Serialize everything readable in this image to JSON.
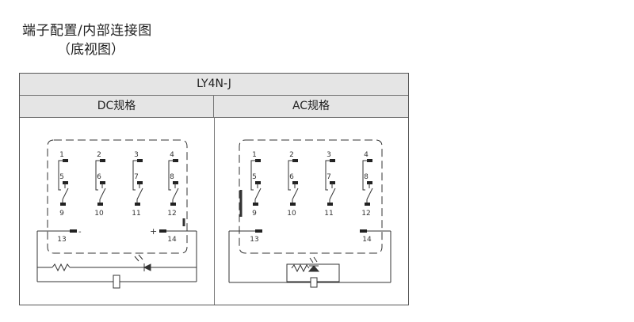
{
  "header": {
    "title": "端子配置/内部连接图",
    "subtitle": "（底视图）"
  },
  "table": {
    "model": "LY4N-J",
    "columns": [
      "DC规格",
      "AC规格"
    ]
  },
  "terminals": {
    "top_row": [
      "1",
      "2",
      "3",
      "4"
    ],
    "mid_row": [
      "5",
      "6",
      "7",
      "8"
    ],
    "bottom_row": [
      "9",
      "10",
      "11",
      "12"
    ],
    "coil": [
      "13",
      "14"
    ]
  },
  "dc_polarity": {
    "minus": "-",
    "plus": "+"
  }
}
